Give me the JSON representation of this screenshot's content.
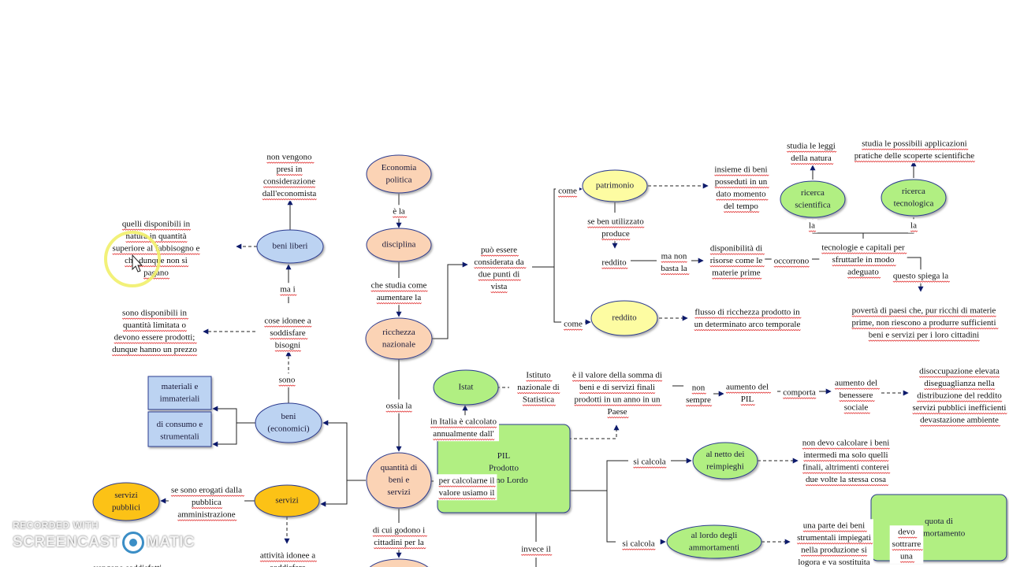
{
  "nodes": [
    {
      "id": "economia",
      "shape": "ellipse",
      "fill": "#fbd3b5",
      "lines": [
        "Economia",
        "politica"
      ]
    },
    {
      "id": "disciplina",
      "shape": "ellipse",
      "fill": "#fbd3b5",
      "lines": [
        "disciplina"
      ]
    },
    {
      "id": "ricchezza",
      "shape": "ellipse",
      "fill": "#fbd3b5",
      "lines": [
        "ricchezza",
        "nazionale"
      ]
    },
    {
      "id": "quantita",
      "shape": "ellipse",
      "fill": "#fbd3b5",
      "lines": [
        "quantità di",
        "beni e",
        "servizi"
      ]
    },
    {
      "id": "bottom-peach",
      "shape": "ellipse",
      "fill": "#fbd3b5",
      "lines": []
    },
    {
      "id": "beni-liberi",
      "shape": "ellipse",
      "fill": "#bcd3f2",
      "lines": [
        "beni liberi"
      ]
    },
    {
      "id": "beni-economici",
      "shape": "ellipse",
      "fill": "#bcd3f2",
      "lines": [
        "beni",
        "(economici)"
      ]
    },
    {
      "id": "materiali",
      "shape": "rect",
      "fill": "#bcd3f2",
      "lines": [
        "materiali e",
        "immateriali"
      ]
    },
    {
      "id": "consumo",
      "shape": "rect",
      "fill": "#bcd3f2",
      "lines": [
        "di consumo e",
        "strumentali"
      ]
    },
    {
      "id": "servizi",
      "shape": "ellipse",
      "fill": "#fcc216",
      "lines": [
        "servizi"
      ]
    },
    {
      "id": "servizi-pubblici",
      "shape": "ellipse",
      "fill": "#fcc216",
      "lines": [
        "servizi",
        "pubblici"
      ]
    },
    {
      "id": "patrimonio",
      "shape": "ellipse",
      "fill": "#fdfca2",
      "lines": [
        "patrimonio"
      ]
    },
    {
      "id": "reddito",
      "shape": "ellipse",
      "fill": "#fdfca2",
      "lines": [
        "reddito"
      ]
    },
    {
      "id": "ricerca-scientifica",
      "shape": "ellipse",
      "fill": "#b1ef82",
      "lines": [
        "ricerca",
        "scientifica"
      ]
    },
    {
      "id": "ricerca-tecnologica",
      "shape": "ellipse",
      "fill": "#b1ef82",
      "lines": [
        "ricerca",
        "tecnologica"
      ]
    },
    {
      "id": "istat",
      "shape": "ellipse",
      "fill": "#b1ef82",
      "lines": [
        "Istat"
      ]
    },
    {
      "id": "pil",
      "shape": "rect",
      "fill": "#b1ef82",
      "lines": [
        "PIL",
        "Prodotto",
        "Interno Lordo"
      ]
    },
    {
      "id": "netto",
      "shape": "ellipse",
      "fill": "#b1ef82",
      "lines": [
        "al netto dei",
        "reimpieghi"
      ]
    },
    {
      "id": "lordo",
      "shape": "ellipse",
      "fill": "#b1ef82",
      "lines": [
        "al lordo degli",
        "ammortamenti"
      ]
    },
    {
      "id": "quota",
      "shape": "rect",
      "fill": "#b1ef82",
      "lines": [
        "quota di",
        "ammortamento"
      ]
    }
  ],
  "labels": [
    {
      "id": "non-vengono",
      "lines": [
        "non vengono",
        "presi in",
        "considerazione",
        "dall'economista"
      ]
    },
    {
      "id": "quelli-disponibili",
      "lines": [
        "quelli disponibili in",
        "natura in quantità",
        "superiore al fabbisogno e",
        "che dunque non si",
        "pagano"
      ]
    },
    {
      "id": "ma-i",
      "lines": [
        "ma i"
      ]
    },
    {
      "id": "cose-idonee",
      "lines": [
        "cose idonee a",
        "soddisfare",
        "bisogni"
      ]
    },
    {
      "id": "sono-disponibili",
      "lines": [
        "sono disponibili in",
        "quantità limitata o",
        "devono essere prodotti;",
        "dunque hanno un prezzo"
      ]
    },
    {
      "id": "sono",
      "lines": [
        "sono"
      ]
    },
    {
      "id": "se-sono-erogati",
      "lines": [
        "se sono erogati dalla",
        "pubblica",
        "amministrazione"
      ]
    },
    {
      "id": "attivita-idonee",
      "lines": [
        "attività idonee a",
        "soddisfare"
      ]
    },
    {
      "id": "vengono-soddisfatti",
      "lines": [
        "vengono soddisfatti"
      ]
    },
    {
      "id": "e-la",
      "lines": [
        "è la"
      ]
    },
    {
      "id": "che-studia",
      "lines": [
        "che studia come",
        "aumentare la"
      ]
    },
    {
      "id": "ossia-la",
      "lines": [
        "ossia la"
      ]
    },
    {
      "id": "di-cui-godono",
      "lines": [
        "di cui godono i",
        "cittadini per la"
      ]
    },
    {
      "id": "puo-essere",
      "lines": [
        "può essere",
        "considerata da",
        "due punti di",
        "vista"
      ]
    },
    {
      "id": "come-1",
      "lines": [
        "come"
      ]
    },
    {
      "id": "come-2",
      "lines": [
        "come"
      ]
    },
    {
      "id": "se-ben-utilizzato",
      "lines": [
        "se ben utilizzato",
        "produce"
      ]
    },
    {
      "id": "reddito-label",
      "lines": [
        "reddito"
      ]
    },
    {
      "id": "ma-non-basta",
      "lines": [
        "ma non",
        "basta la"
      ]
    },
    {
      "id": "disponibilita-risorse",
      "lines": [
        "disponibilità di",
        "risorse come le",
        "materie prime"
      ]
    },
    {
      "id": "occorrono",
      "lines": [
        "occorrono"
      ]
    },
    {
      "id": "tecnologie-capitali",
      "lines": [
        "tecnologie e capitali per",
        "sfruttarle in modo",
        "adeguato"
      ]
    },
    {
      "id": "questo-spiega",
      "lines": [
        "questo spiega la"
      ]
    },
    {
      "id": "poverta",
      "lines": [
        "povertà di paesi che, pur ricchi di materie",
        "prime, non riescono a produrre sufficienti",
        "beni e servizi per i loro cittadini"
      ]
    },
    {
      "id": "insieme-beni",
      "lines": [
        "insieme di beni",
        "posseduti in un",
        "dato momento",
        "del tempo"
      ]
    },
    {
      "id": "flusso",
      "lines": [
        "flusso di ricchezza prodotto in",
        "un determinato arco temporale"
      ]
    },
    {
      "id": "studia-leggi",
      "lines": [
        "studia le leggi",
        "della natura"
      ]
    },
    {
      "id": "studia-applicazioni",
      "lines": [
        "studia le possibili applicazioni",
        "pratiche delle scoperte scientifiche"
      ]
    },
    {
      "id": "la-1",
      "lines": [
        "la"
      ]
    },
    {
      "id": "la-2",
      "lines": [
        "la"
      ]
    },
    {
      "id": "istituto",
      "lines": [
        "Istituto",
        "nazionale di",
        "Statistica"
      ]
    },
    {
      "id": "in-italia",
      "lines": [
        "in Italia è calcolato",
        "annualmente dall'"
      ]
    },
    {
      "id": "e-il-valore",
      "lines": [
        "è il valore della somma di",
        "beni e di servizi finali",
        "prodotti in un anno in un",
        "Paese"
      ]
    },
    {
      "id": "non-sempre",
      "lines": [
        "non",
        "sempre"
      ]
    },
    {
      "id": "aumento-pil",
      "lines": [
        "aumento del",
        "PIL"
      ]
    },
    {
      "id": "comporta",
      "lines": [
        "comporta"
      ]
    },
    {
      "id": "aumento-benessere",
      "lines": [
        "aumento del",
        "benessere",
        "sociale"
      ]
    },
    {
      "id": "disoccupazione",
      "lines": [
        "disoccupazione elevata",
        "diseguaglianza nella",
        "distribuzione del reddito",
        "servizi pubblici inefficienti",
        "devastazione ambiente"
      ]
    },
    {
      "id": "per-calcolarne",
      "lines": [
        "per calcolarne il",
        "valore usiamo il"
      ]
    },
    {
      "id": "invece-il",
      "lines": [
        "invece il"
      ]
    },
    {
      "id": "si-calcola-1",
      "lines": [
        "si calcola"
      ]
    },
    {
      "id": "si-calcola-2",
      "lines": [
        "si calcola"
      ]
    },
    {
      "id": "non-devo-calcolare",
      "lines": [
        "non devo calcolare i beni",
        "intermedi ma solo quelli",
        "finali, altrimenti conterei",
        "due volte la stessa cosa"
      ]
    },
    {
      "id": "una-parte",
      "lines": [
        "una parte dei beni",
        "strumentali  impiegati",
        "nella produzione si",
        "logora e va sostituita"
      ]
    },
    {
      "id": "devo-sottrarre",
      "lines": [
        "devo",
        "sottrarre",
        "una"
      ]
    }
  ],
  "watermark": {
    "line1": "RECORDED WITH",
    "word1": "SCREENCAST",
    "word2": "MATIC"
  }
}
